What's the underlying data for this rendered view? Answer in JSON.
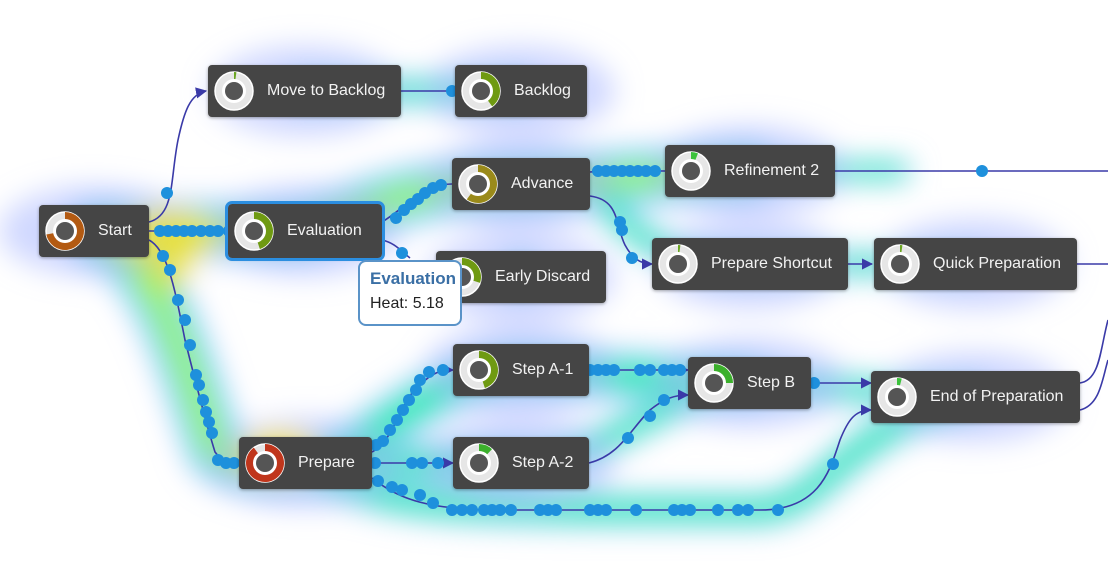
{
  "nodes": {
    "start": {
      "label": "Start",
      "progress": 0.72,
      "color": "#b35a12"
    },
    "move_to_backlog": {
      "label": "Move to Backlog",
      "progress": 0.02,
      "color": "#6aa521"
    },
    "backlog": {
      "label": "Backlog",
      "progress": 0.4,
      "color": "#6f9a12"
    },
    "evaluation": {
      "label": "Evaluation",
      "progress": 0.45,
      "color": "#6f9a12"
    },
    "advance": {
      "label": "Advance",
      "progress": 0.6,
      "color": "#9a8a1a"
    },
    "refinement2": {
      "label": "Refinement 2",
      "progress": 0.06,
      "color": "#3cc23c"
    },
    "early_discard": {
      "label": "Early Discard",
      "progress": 0.3,
      "color": "#6f9a12"
    },
    "prepare_shortcut": {
      "label": "Prepare Shortcut",
      "progress": 0.02,
      "color": "#6aa521"
    },
    "quick_preparation": {
      "label": "Quick Preparation",
      "progress": 0.02,
      "color": "#6aa521"
    },
    "step_a1": {
      "label": "Step A-1",
      "progress": 0.45,
      "color": "#6f9a12"
    },
    "step_b": {
      "label": "Step B",
      "progress": 0.25,
      "color": "#3cb02c"
    },
    "end_of_preparation": {
      "label": "End of Preparation",
      "progress": 0.04,
      "color": "#3cc23c"
    },
    "prepare": {
      "label": "Prepare",
      "progress": 0.9,
      "color": "#c0361c"
    },
    "step_a2": {
      "label": "Step A-2",
      "progress": 0.12,
      "color": "#3cb02c"
    }
  },
  "tooltip": {
    "title": "Evaluation",
    "heat_label": "Heat: 5.18"
  },
  "colors": {
    "edge": "#3a3aa8",
    "token": "#1e90dc",
    "node_bg": "#454545",
    "selected": "#2b8ee0"
  }
}
